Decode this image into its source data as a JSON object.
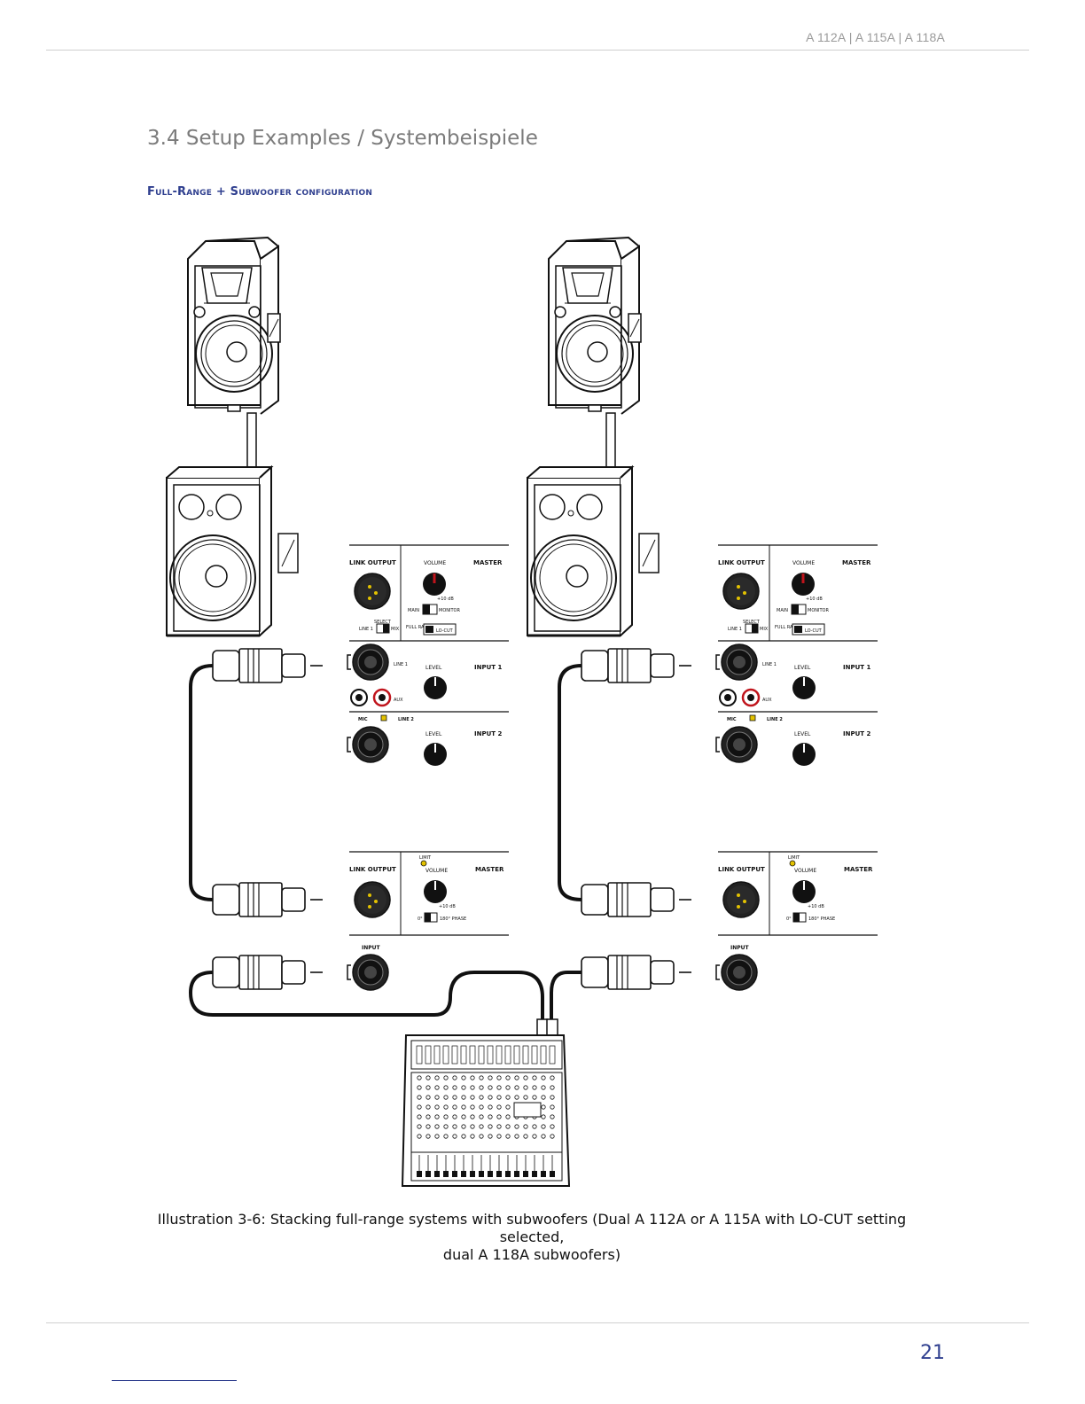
{
  "header": {
    "models": "A 112A | A 115A | A 118A"
  },
  "section": {
    "title": "3.4 Setup Examples / Systembeispiele",
    "subtitle": "Full-Range + Subwoofer configuration"
  },
  "panel_fullrange": {
    "link_output": "LINK OUTPUT",
    "volume": "VOLUME",
    "master": "MASTER",
    "plus10db": "+10 dB",
    "main": "MAIN",
    "monitor": "MONITOR",
    "select": "SELECT",
    "line1": "LINE 1",
    "mix": "MIX",
    "full_range": "FULL RANGE",
    "lo_cut": "LO-CUT",
    "line1_in": "LINE 1",
    "level": "LEVEL",
    "input1": "INPUT 1",
    "aux": "AUX",
    "mic": "MIC",
    "line2": "LINE 2",
    "input2": "INPUT 2"
  },
  "panel_sub": {
    "link_output": "LINK OUTPUT",
    "limit": "LIMIT",
    "volume": "VOLUME",
    "master": "MASTER",
    "plus10db": "+10 dB",
    "phase0": "0°",
    "phase180": "180° PHASE",
    "input": "INPUT"
  },
  "caption": {
    "line1": "Illustration 3-6: Stacking full-range systems with subwoofers (Dual A 112A or A 115A with LO-CUT setting selected,",
    "line2": "dual A 118A subwoofers)"
  },
  "page_number": "21",
  "colors": {
    "accent": "#2f3f8f",
    "knob_marker": "#c0141c",
    "xlr_pins": "#e3c200"
  }
}
